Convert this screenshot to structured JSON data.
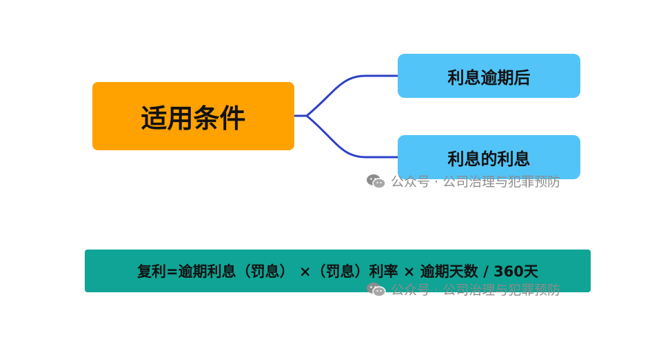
{
  "mindmap": {
    "root": {
      "label": "适用条件",
      "color": "#ffa200"
    },
    "children": [
      {
        "label": "利息逾期后",
        "color": "#52c4f7"
      },
      {
        "label": "利息的利息",
        "color": "#52c4f7"
      }
    ],
    "connector_color": "#2b3fc8"
  },
  "formula": {
    "text": "复利=逾期利息（罚息） ×（罚息）利率 × 逾期天数 / 360天",
    "color": "#0fa495"
  },
  "watermark": {
    "text": "公众号 · 公司治理与犯罪预防",
    "icon": "wechat-icon"
  }
}
